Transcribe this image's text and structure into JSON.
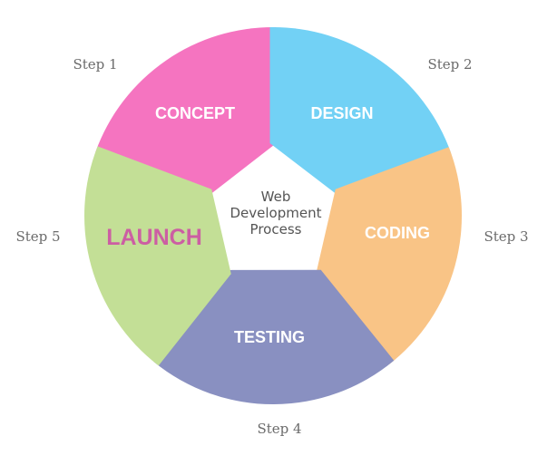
{
  "diagram": {
    "title": "Web Development Process",
    "center_lines": [
      "Web",
      "Development",
      "Process"
    ],
    "segments": [
      {
        "step": "Step 1",
        "label": "CONCEPT",
        "color": "#f574c0",
        "label_color": "#ffffff"
      },
      {
        "step": "Step 2",
        "label": "DESIGN",
        "color": "#72d1f5",
        "label_color": "#ffffff"
      },
      {
        "step": "Step 3",
        "label": "CODING",
        "color": "#f9c486",
        "label_color": "#ffffff"
      },
      {
        "step": "Step 4",
        "label": "TESTING",
        "color": "#8990c1",
        "label_color": "#ffffff"
      },
      {
        "step": "Step 5",
        "label": "LAUNCH",
        "color": "#c3df96",
        "label_color": "#cc5ea3"
      }
    ],
    "step_label_color": "#6b6b6b",
    "center_text_color": "#555555"
  }
}
